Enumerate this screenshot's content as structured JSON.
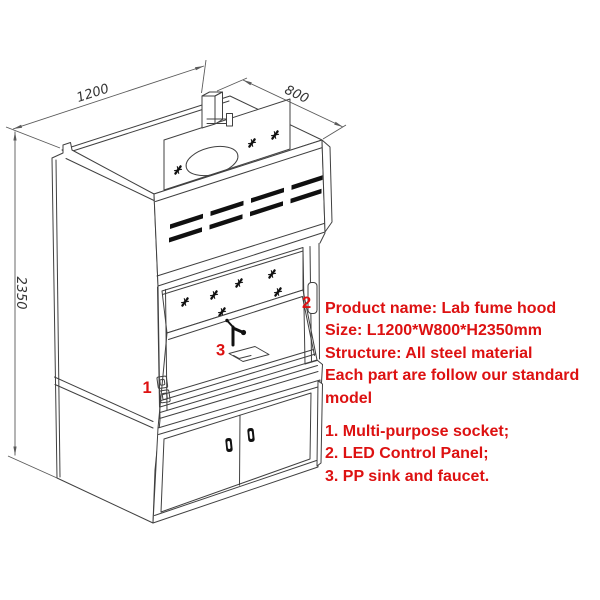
{
  "drawing": {
    "title": "Lab fume hood isometric technical drawing",
    "dim_width": "1200",
    "dim_depth": "800",
    "dim_height": "2350"
  },
  "markers": {
    "socket": "1",
    "led": "2",
    "sink": "3"
  },
  "annotation": {
    "color": "#dd1111",
    "info_lines": [
      "Product name: Lab fume hood",
      "Size: L1200*W800*H2350mm",
      "Structure: All steel material",
      "Each part are follow our standard",
      "model"
    ],
    "list_items": [
      "1. Multi-purpose socket;",
      "2. LED Control Panel;",
      "3. PP sink and faucet."
    ]
  },
  "colors": {
    "annotation_red": "#dd1111",
    "line_color": "#404040",
    "background": "#ffffff"
  }
}
